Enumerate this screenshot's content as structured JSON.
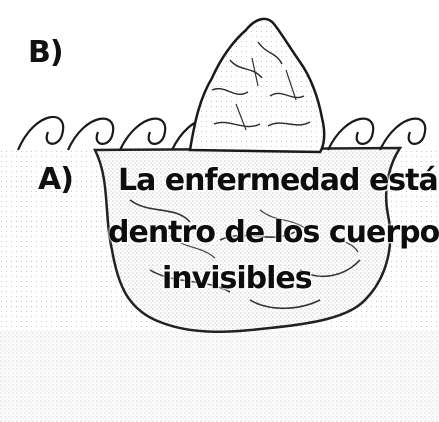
{
  "labels": {
    "b": "B)",
    "a": "A)"
  },
  "caption": {
    "line1": "La enfermedad está",
    "line2": "dentro de los cuerpos",
    "line3": "invisibles"
  },
  "colors": {
    "ink": "#111111",
    "paper": "#ffffff",
    "stipple": "#9a9a9a"
  }
}
